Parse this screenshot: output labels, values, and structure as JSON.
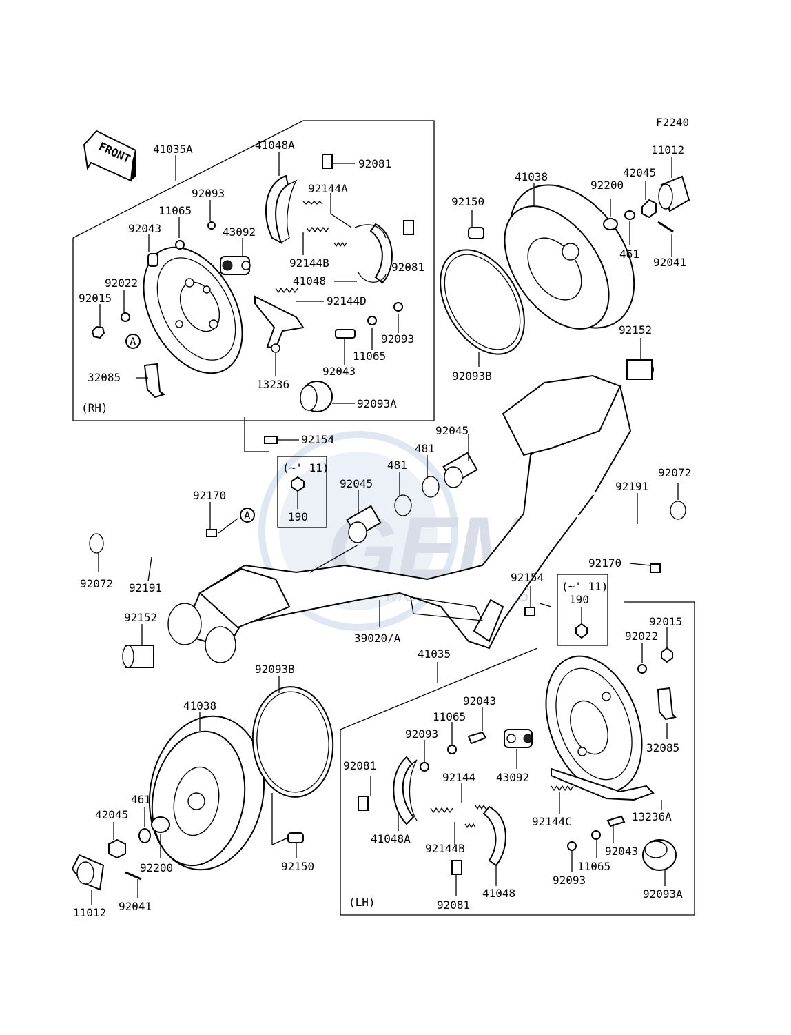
{
  "figure_code": "F2240",
  "front_label": "FRONT",
  "watermark": {
    "brand": "GEM",
    "sub": "MOTORPARTS"
  },
  "groups": {
    "rh": "(RH)",
    "lh": "(LH)",
    "note": "(~' 11)"
  },
  "callout": "A",
  "labels": {
    "p41035A": "41035A",
    "p41048A_r": "41048A",
    "p92081_r1": "92081",
    "p92144A": "92144A",
    "p92093_r1": "92093",
    "p11065_r1": "11065",
    "p92043_r1": "92043",
    "p43092_r": "43092",
    "p92144B_r": "92144B",
    "p92081_r2": "92081",
    "p41048_r": "41048",
    "p92022_r": "92022",
    "p92015_r": "92015",
    "p92144D": "92144D",
    "p92093_r2": "92093",
    "p11065_r2": "11065",
    "p92043_r2": "92043",
    "p13236": "13236",
    "p32085_r": "32085",
    "p92093A_r": "92093A",
    "p92154_r": "92154",
    "p41038_r": "41038",
    "p92150_r": "92150",
    "p92200_r": "92200",
    "p42045_r": "42045",
    "p11012_r": "11012",
    "p461_r": "461",
    "p92041_r": "92041",
    "p92093B_r": "92093B",
    "p92152_r": "92152",
    "p92045_r": "92045",
    "p481_r": "481",
    "p481_l": "481",
    "p92045_l": "92045",
    "p190_l": "190",
    "p92170_l": "92170",
    "p92191_l": "92191",
    "p92072_l": "92072",
    "p92191_r": "92191",
    "p92072_r": "92072",
    "p92170_r": "92170",
    "p92154_l": "92154",
    "p190_r": "190",
    "p92152_l": "92152",
    "p39020": "39020/A",
    "p41035": "41035",
    "p92015_l": "92015",
    "p92022_l": "92022",
    "p32085_l": "32085",
    "p92093B_l": "92093B",
    "p41038_l": "41038",
    "p92043_l1": "92043",
    "p11065_l1": "11065",
    "p92093_l1": "92093",
    "p43092_l": "43092",
    "p92081_l1": "92081",
    "p92144": "92144",
    "p92144C": "92144C",
    "p13236A": "13236A",
    "p41048A_l": "41048A",
    "p92144B_l": "92144B",
    "p92093_l2": "92093",
    "p11065_l2": "11065",
    "p92043_l2": "92043",
    "p461_l": "461",
    "p42045_l": "42045",
    "p92200_l": "92200",
    "p92150_l": "92150",
    "p92081_l2": "92081",
    "p41048_l": "41048",
    "p92093A_l": "92093A",
    "p11012_l": "11012",
    "p92041_l": "92041"
  }
}
